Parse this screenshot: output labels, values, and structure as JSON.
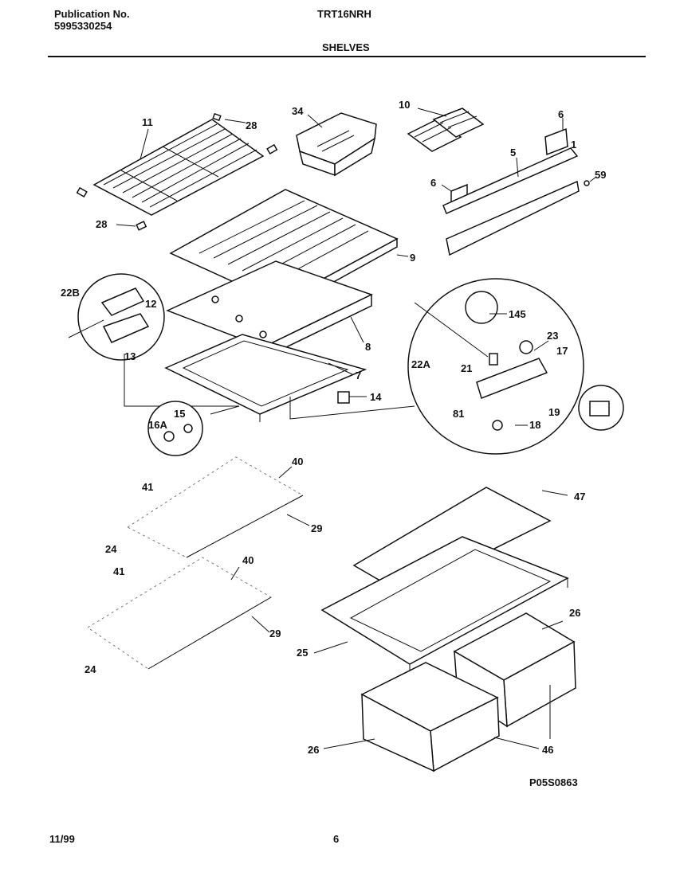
{
  "header": {
    "publication_label": "Publication No.",
    "publication_number": "5995330254",
    "model": "TRT16NRH",
    "section_title": "SHELVES"
  },
  "footer": {
    "date": "11/99",
    "page_number": "6"
  },
  "diagram_code": "P05S0863",
  "callouts": {
    "c11": "11",
    "c28a": "28",
    "c28b": "28",
    "c34": "34",
    "c10": "10",
    "c6a": "6",
    "c6b": "6",
    "c5": "5",
    "c1": "1",
    "c59": "59",
    "c9": "9",
    "c22b": "22B",
    "c12": "12",
    "c13": "13",
    "c8": "8",
    "c7": "7",
    "c14": "14",
    "c15": "15",
    "c16a": "16A",
    "c145": "145",
    "c23": "23",
    "c22a": "22A",
    "c21": "21",
    "c17": "17",
    "c19": "19",
    "c81": "81",
    "c18": "18",
    "c40a": "40",
    "c41a": "41",
    "c29a": "29",
    "c24a": "24",
    "c40b": "40",
    "c41b": "41",
    "c29b": "29",
    "c24b": "24",
    "c47": "47",
    "c26a": "26",
    "c25": "25",
    "c26b": "26",
    "c46": "46"
  }
}
